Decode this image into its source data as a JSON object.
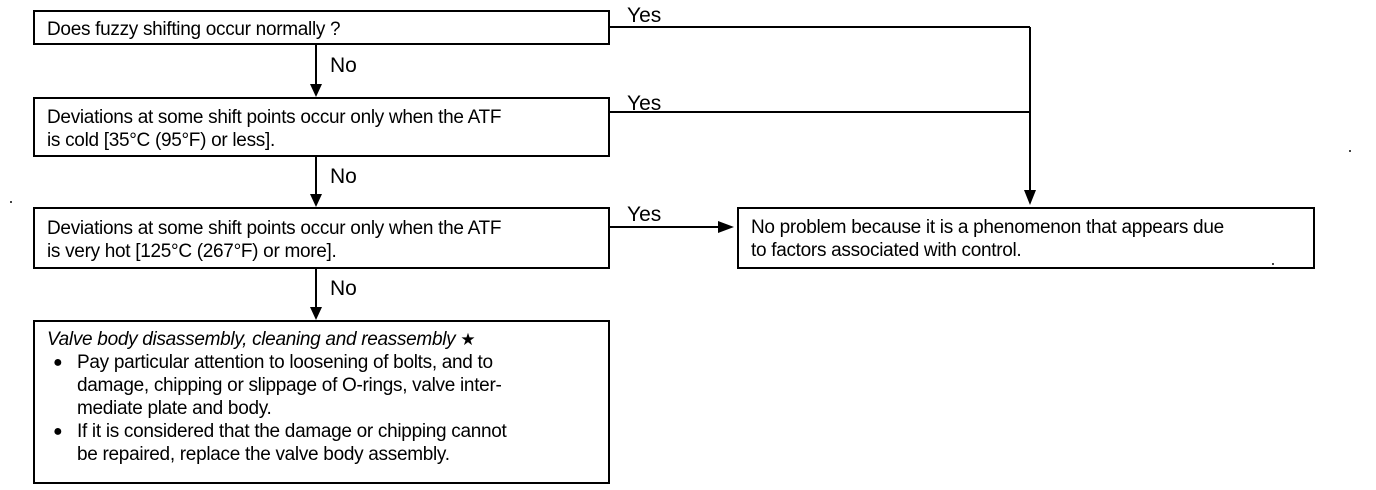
{
  "q1": "Does fuzzy shifting occur normally ?",
  "q2_lines": [
    "Deviations at some shift points occur only when the ATF",
    "is cold [35°C (95°F) or less]."
  ],
  "q3_lines": [
    "Deviations at some shift points occur only when the ATF",
    "is very hot [125°C (267°F) or more]."
  ],
  "result_lines": [
    "No problem because it is a phenomenon that appears due",
    "to factors associated with control."
  ],
  "action": {
    "title": "Valve body disassembly, cleaning and reassembly",
    "star": "★",
    "bullet_symbol": "●",
    "bullet1_lines": [
      "Pay particular attention to loosening of bolts, and to",
      "damage, chipping or slippage of O-rings, valve inter-",
      "mediate plate and body."
    ],
    "bullet2_lines": [
      "If it is considered that the damage or chipping cannot",
      "be repaired, replace the valve body assembly."
    ]
  },
  "labels": {
    "yes": "Yes",
    "no": "No"
  }
}
